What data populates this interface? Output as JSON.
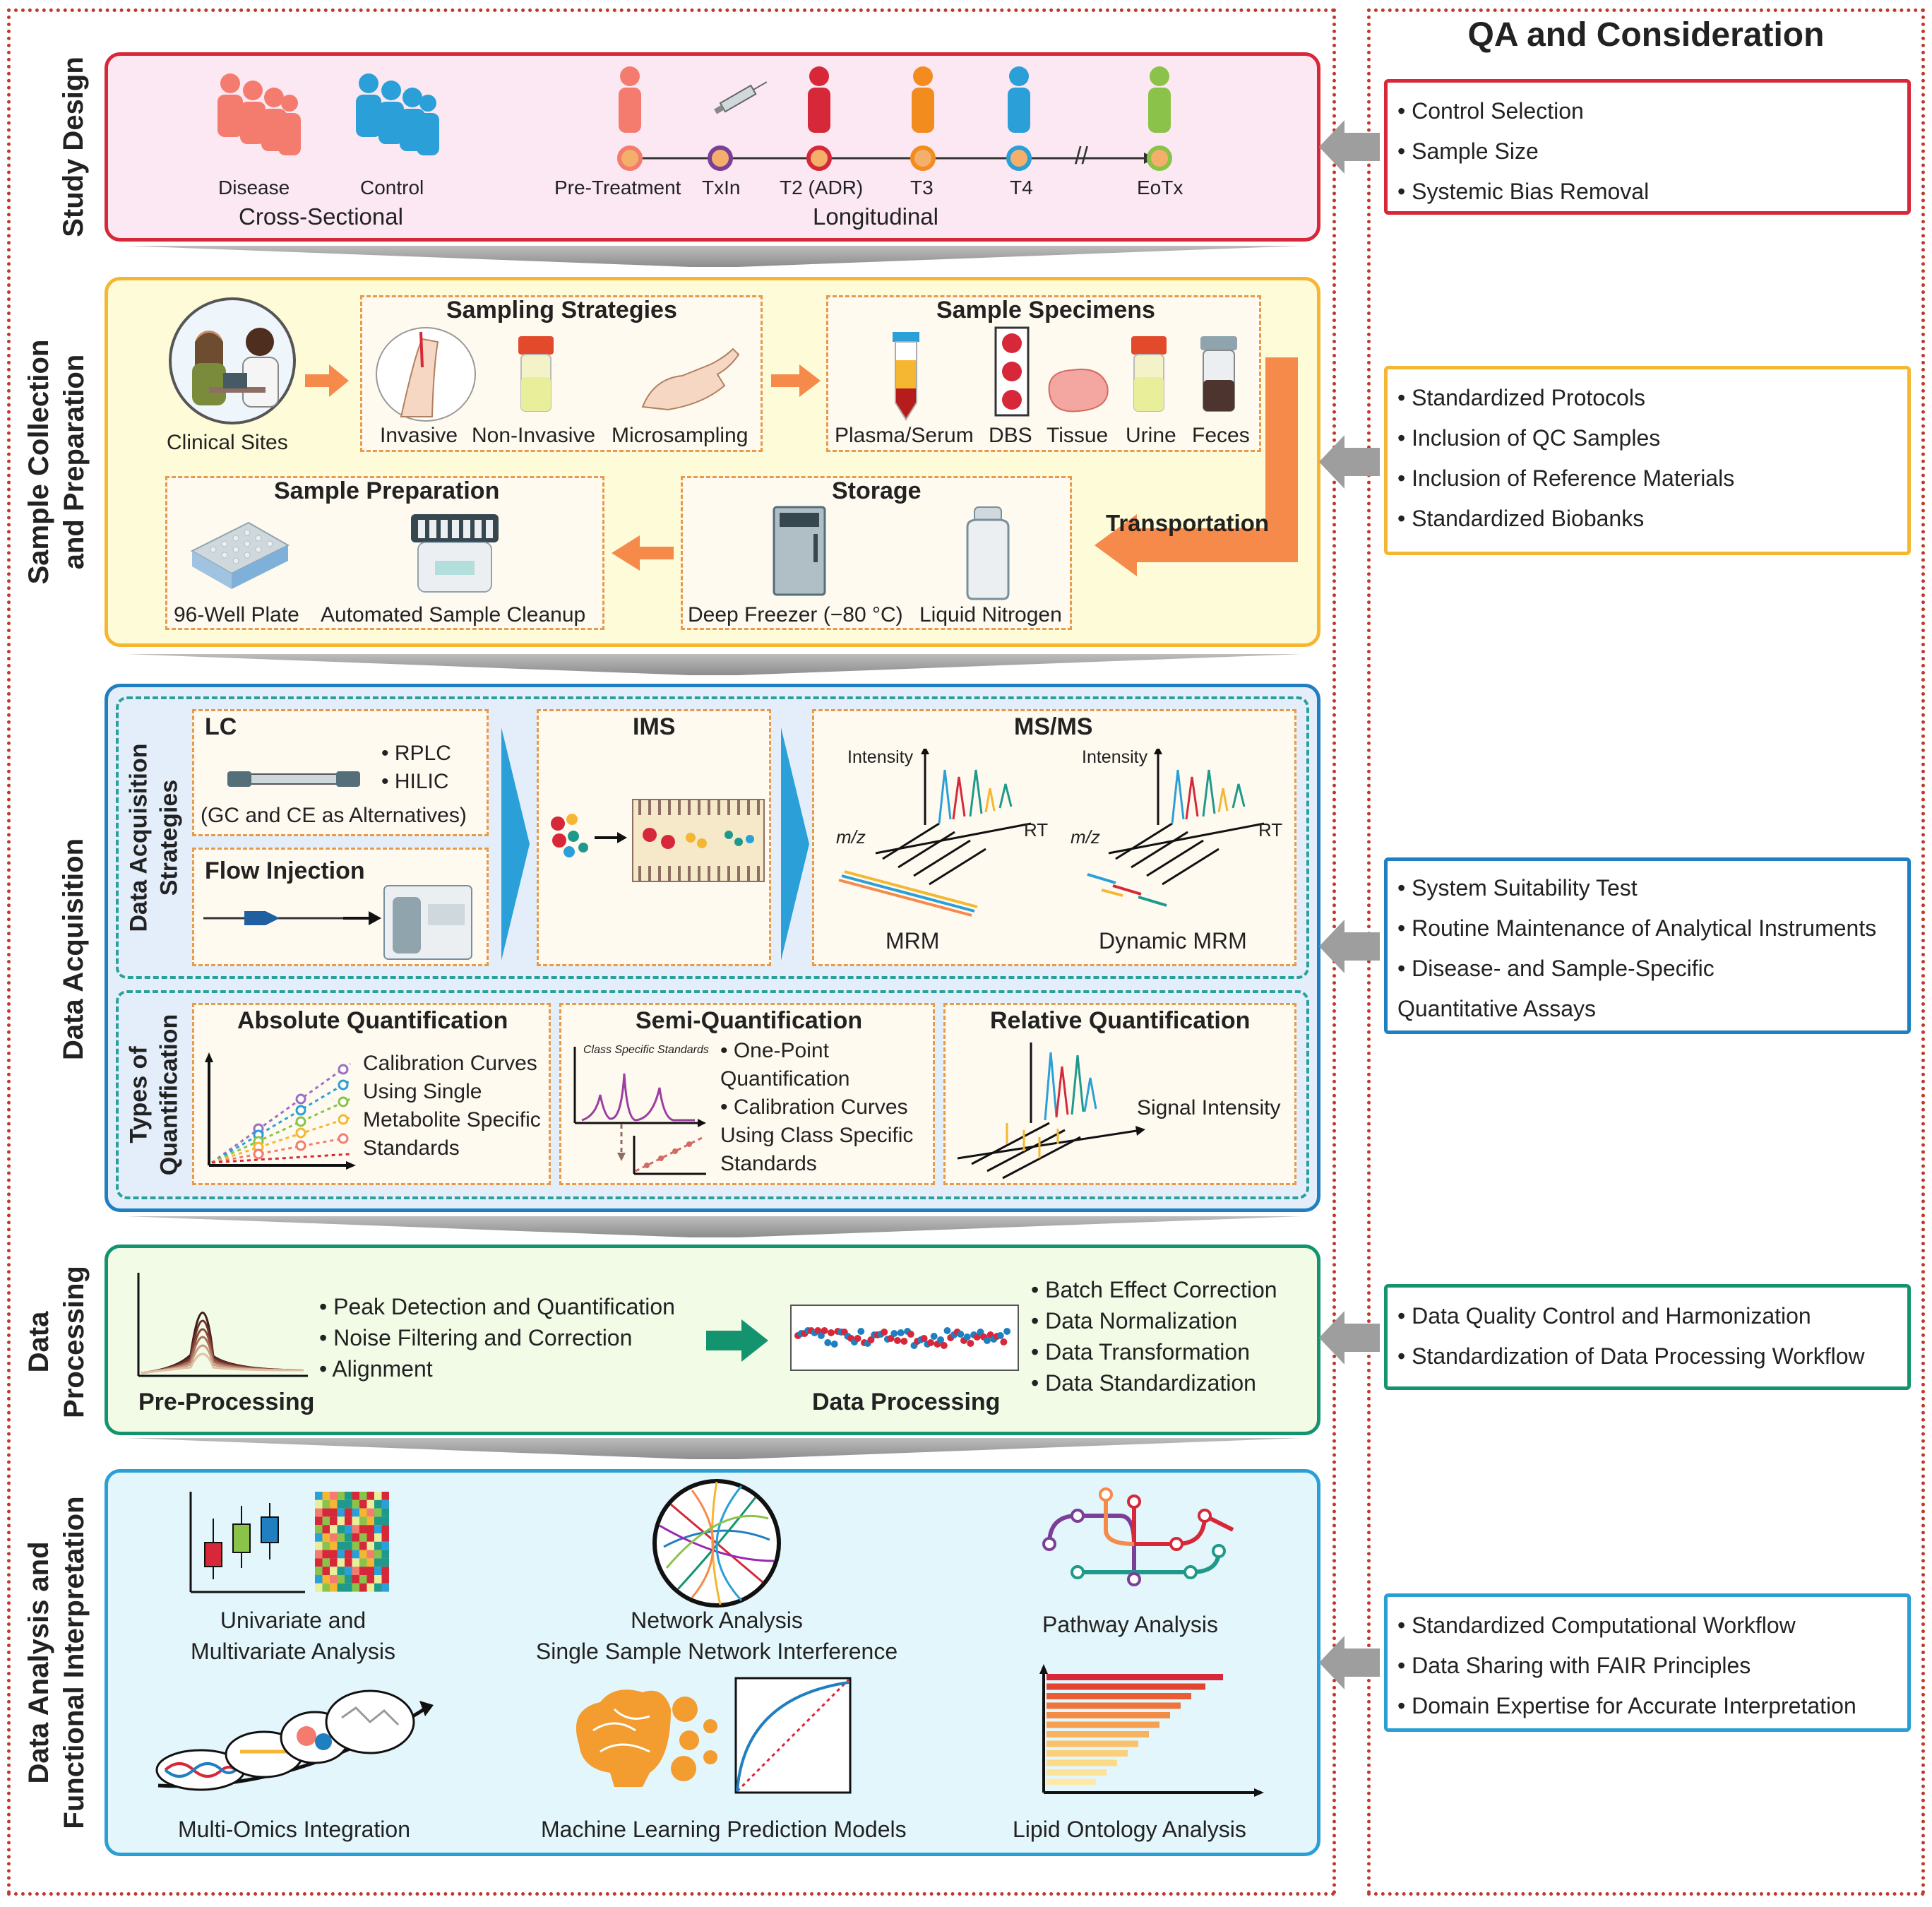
{
  "stages": {
    "study_design": {
      "label": "Study Design",
      "cross_sectional": {
        "title": "Cross-Sectional",
        "groups": [
          "Disease",
          "Control"
        ]
      },
      "longitudinal": {
        "title": "Longitudinal",
        "timepoints": [
          "Pre-Treatment",
          "TxIn",
          "T2 (ADR)",
          "T3",
          "T4",
          "EoTx"
        ]
      }
    },
    "sample_collection": {
      "label_line1": "Sample Collection",
      "label_line2": "and Preparation",
      "clinical_sites": "Clinical Sites",
      "sampling_strategies": {
        "title": "Sampling Strategies",
        "items": [
          "Invasive",
          "Non-Invasive",
          "Microsampling"
        ]
      },
      "sample_specimens": {
        "title": "Sample Specimens",
        "items": [
          "Plasma/Serum",
          "DBS",
          "Tissue",
          "Urine",
          "Feces"
        ]
      },
      "transportation": "Transportation",
      "storage": {
        "title": "Storage",
        "items": [
          "Deep Freezer (−80 °C)",
          "Liquid Nitrogen"
        ]
      },
      "sample_preparation": {
        "title": "Sample Preparation",
        "items": [
          "96-Well Plate",
          "Automated Sample Cleanup"
        ]
      }
    },
    "data_acquisition": {
      "label": "Data Acquisition",
      "strategies_label_line1": "Data Acquisition",
      "strategies_label_line2": "Strategies",
      "lc": {
        "title": "LC",
        "items": [
          "• RPLC",
          "• HILIC"
        ],
        "note": "(GC and CE as Alternatives)"
      },
      "flow_injection": "Flow Injection",
      "ims": "IMS",
      "msms": {
        "title": "MS/MS",
        "intensity": "Intensity",
        "mz": "m/z",
        "rt": "RT",
        "mrm": "MRM",
        "dynamic_mrm": "Dynamic MRM"
      },
      "quant_label_line1": "Types of",
      "quant_label_line2": "Quantification",
      "absolute": {
        "title": "Absolute Quantification",
        "lines": [
          "Calibration Curves",
          "Using Single",
          "Metabolite Specific",
          "Standards"
        ]
      },
      "semi": {
        "title": "Semi-Quantification",
        "small_label": "Class Specific Standards",
        "lines": [
          "• One-Point",
          "Quantification",
          "• Calibration Curves",
          "Using Class Specific",
          "Standards"
        ]
      },
      "relative": {
        "title": "Relative Quantification",
        "signal": "Signal Intensity"
      }
    },
    "data_processing": {
      "label_line1": "Data",
      "label_line2": "Processing",
      "pre_items": [
        "• Peak Detection and Quantification",
        "• Noise Filtering and Correction",
        "• Alignment"
      ],
      "pre_title": "Pre-Processing",
      "proc_items": [
        "• Batch Effect Correction",
        "• Data Normalization",
        "• Data Transformation",
        "• Data Standardization"
      ],
      "proc_title": "Data Processing"
    },
    "data_analysis": {
      "label_line1": "Data Analysis and",
      "label_line2": "Functional Interpretation",
      "univariate_line1": "Univariate and",
      "univariate_line2": "Multivariate Analysis",
      "network_line1": "Network Analysis",
      "network_line2": "Single Sample Network Interference",
      "pathway": "Pathway Analysis",
      "multiomics": "Multi-Omics Integration",
      "ml": "Machine Learning Prediction Models",
      "lipid": "Lipid Ontology Analysis",
      "lipid_bars": [
        1.0,
        0.9,
        0.82,
        0.76,
        0.7,
        0.64,
        0.58,
        0.52,
        0.46,
        0.4,
        0.34,
        0.28
      ]
    }
  },
  "qa": {
    "title": "QA and Consideration",
    "boxes": [
      {
        "color": "#d62839",
        "items": [
          "• Control Selection",
          "• Sample Size",
          "• Systemic Bias Removal"
        ]
      },
      {
        "color": "#f5b731",
        "items": [
          "• Standardized Protocols",
          "• Inclusion of QC Samples",
          "• Inclusion of Reference Materials",
          "• Standardized Biobanks"
        ]
      },
      {
        "color": "#1f7fc1",
        "items": [
          "• System Suitability Test",
          "• Routine Maintenance of Analytical Instruments",
          "• Disease- and Sample-Specific",
          "Quantitative Assays"
        ]
      },
      {
        "color": "#13946f",
        "items": [
          "• Data Quality Control and Harmonization",
          "• Standardization of Data Processing Workflow"
        ]
      },
      {
        "color": "#2a9fd6",
        "items": [
          "• Standardized Computational Workflow",
          "• Data Sharing with FAIR Principles",
          "• Domain Expertise for Accurate Interpretation"
        ]
      }
    ]
  },
  "colors": {
    "study_border": "#d62839",
    "study_fill": "#fbe8f3",
    "collection_border": "#f5b731",
    "collection_fill": "#fefbd8",
    "acquisition_border": "#1f7fc1",
    "acquisition_fill": "#e3eefa",
    "processing_border": "#13946f",
    "processing_fill": "#f2fbe6",
    "analysis_border": "#2a9fd6",
    "analysis_fill": "#e3f6fb",
    "arrow_orange": "#f58a4b"
  }
}
